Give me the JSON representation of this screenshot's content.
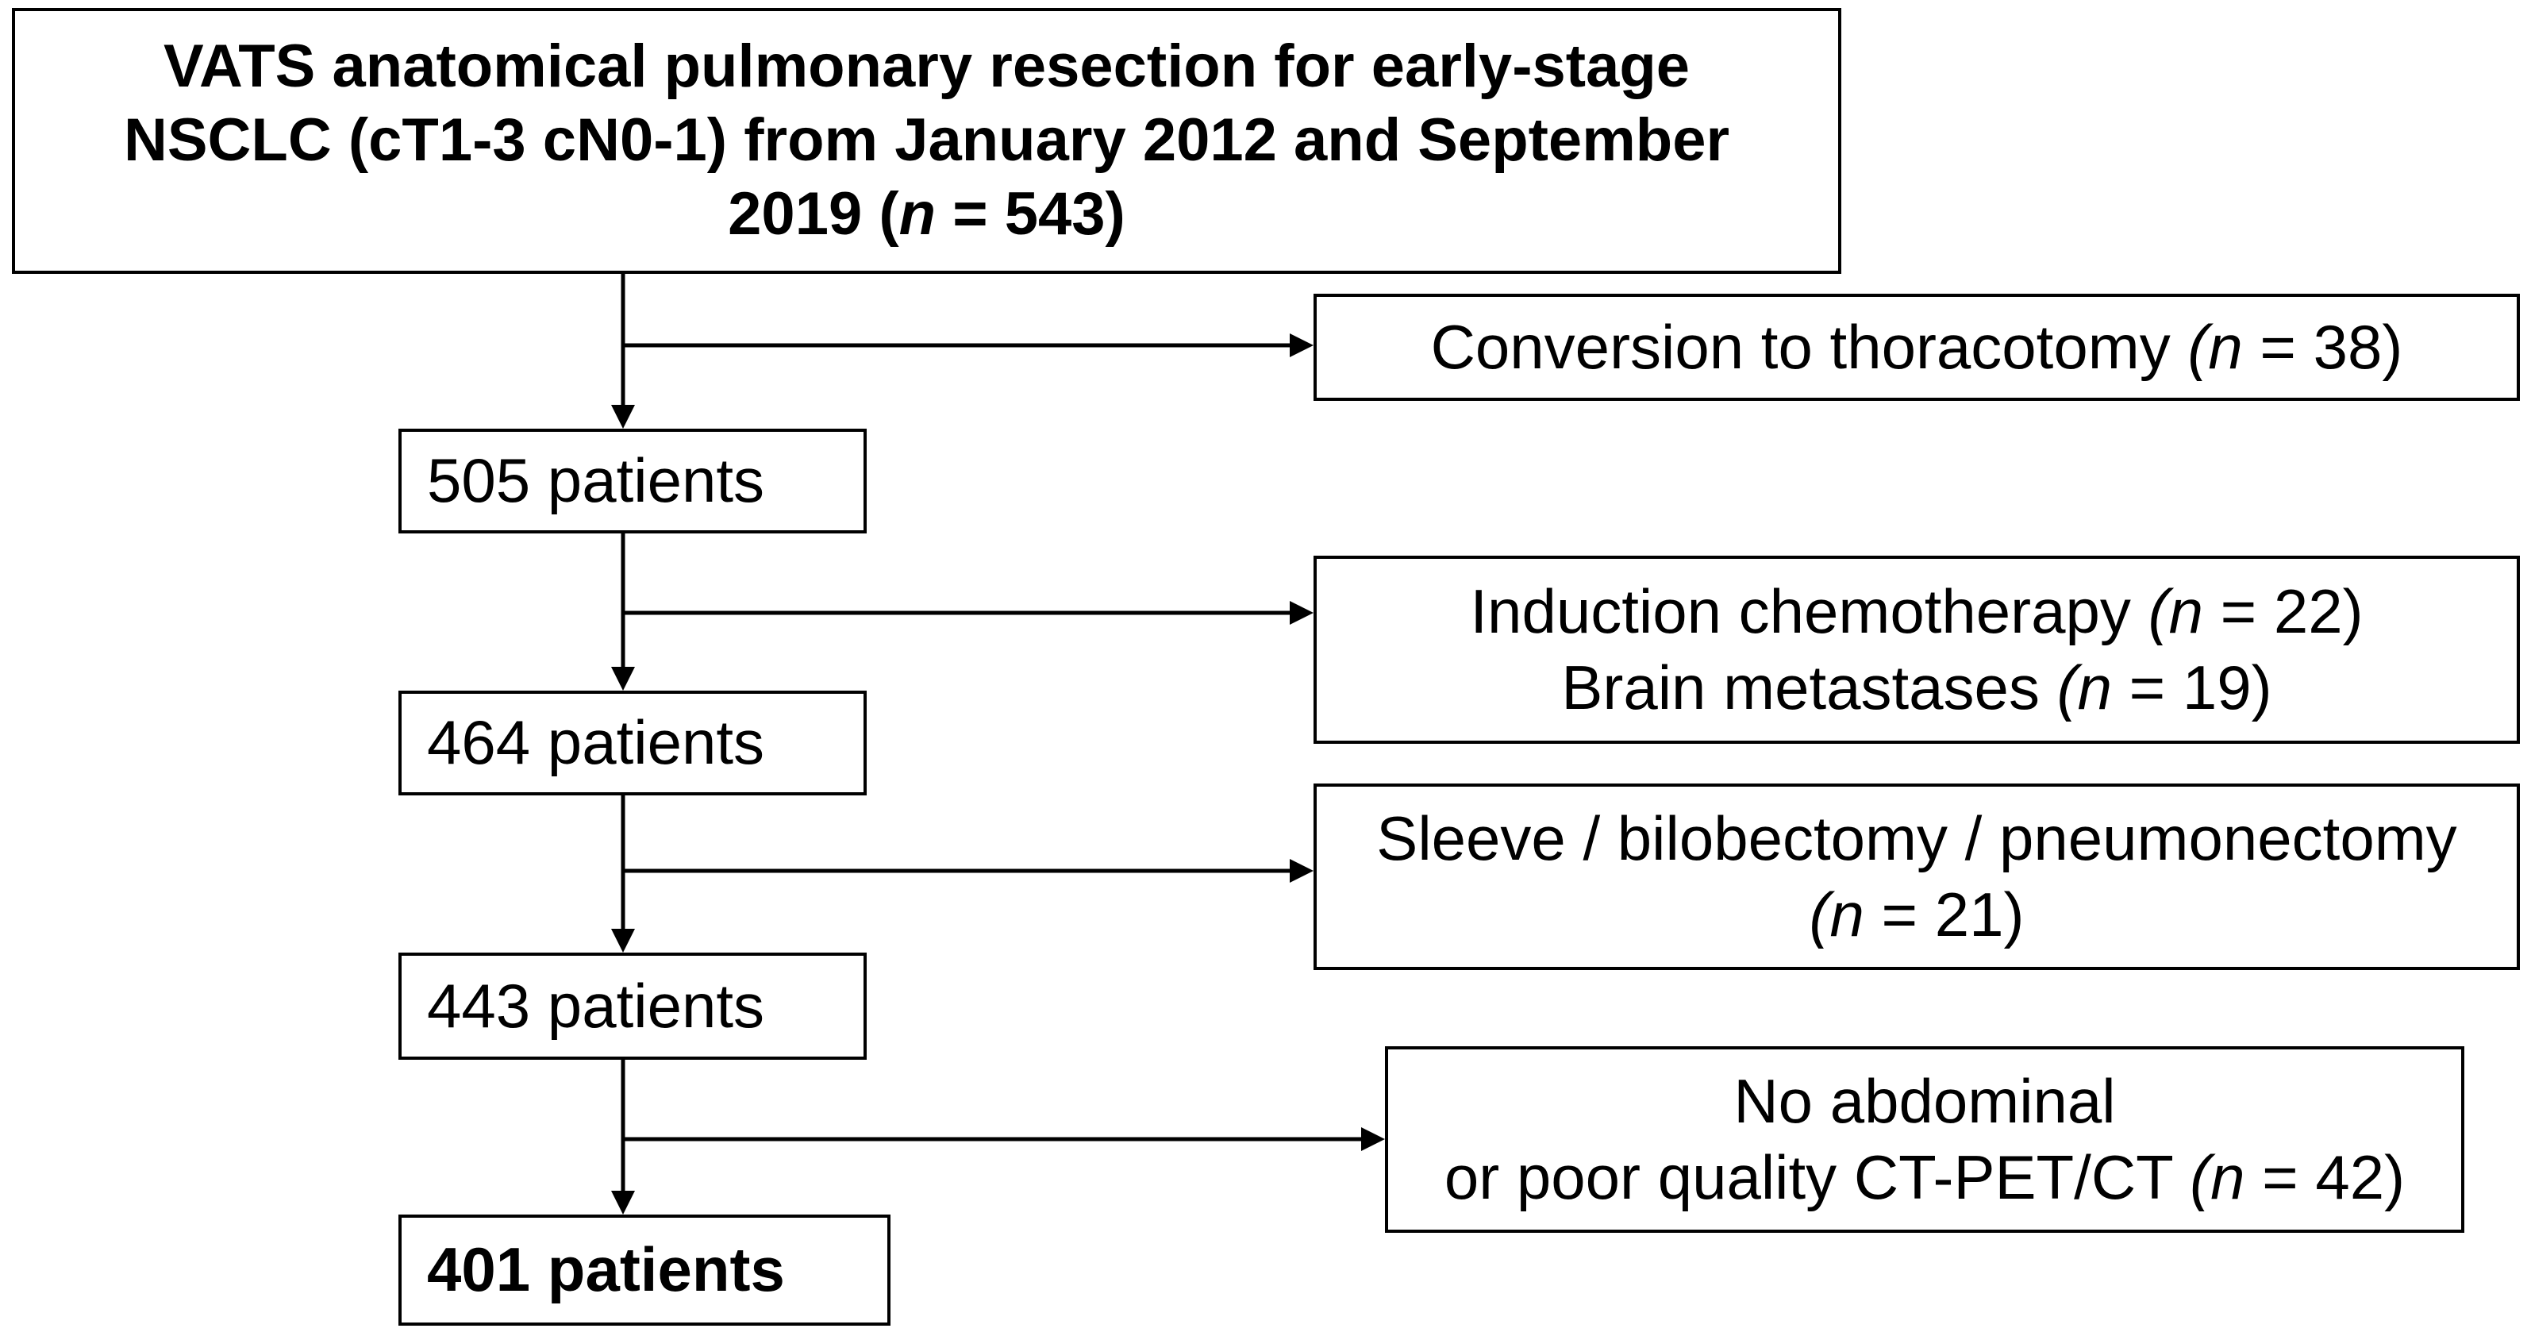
{
  "top_box": {
    "line1": "VATS anatomical pulmonary resection for early-stage",
    "line2": "NSCLC (cT1-3 cN0-1) from January 2012 and September",
    "line3_prefix": "2019 (",
    "n": "n",
    "line3_suffix": " = 543)"
  },
  "flow": [
    {
      "label": "505 patients"
    },
    {
      "label": "464 patients"
    },
    {
      "label": "443 patients"
    },
    {
      "label": "401 patients"
    }
  ],
  "exclusions": [
    {
      "lines": [
        {
          "text": "Conversion to thoracotomy ",
          "n": "n",
          "suffix": " = 38)",
          "open": "("
        }
      ]
    },
    {
      "lines": [
        {
          "text": "Induction chemotherapy ",
          "open": "(",
          "n": "n",
          "suffix": " = 22)"
        },
        {
          "text": "Brain metastases ",
          "open": "(",
          "n": "n",
          "suffix": " = 19)"
        }
      ]
    },
    {
      "lines": [
        {
          "text": "Sleeve / bilobectomy / pneumonectomy"
        },
        {
          "text": "",
          "open": "(",
          "n": "n",
          "suffix": " = 21)"
        }
      ]
    },
    {
      "lines": [
        {
          "text": "No abdominal"
        },
        {
          "text": "or poor quality CT-PET/CT ",
          "open": "(",
          "n": "n",
          "suffix": " = 42)"
        }
      ]
    }
  ]
}
